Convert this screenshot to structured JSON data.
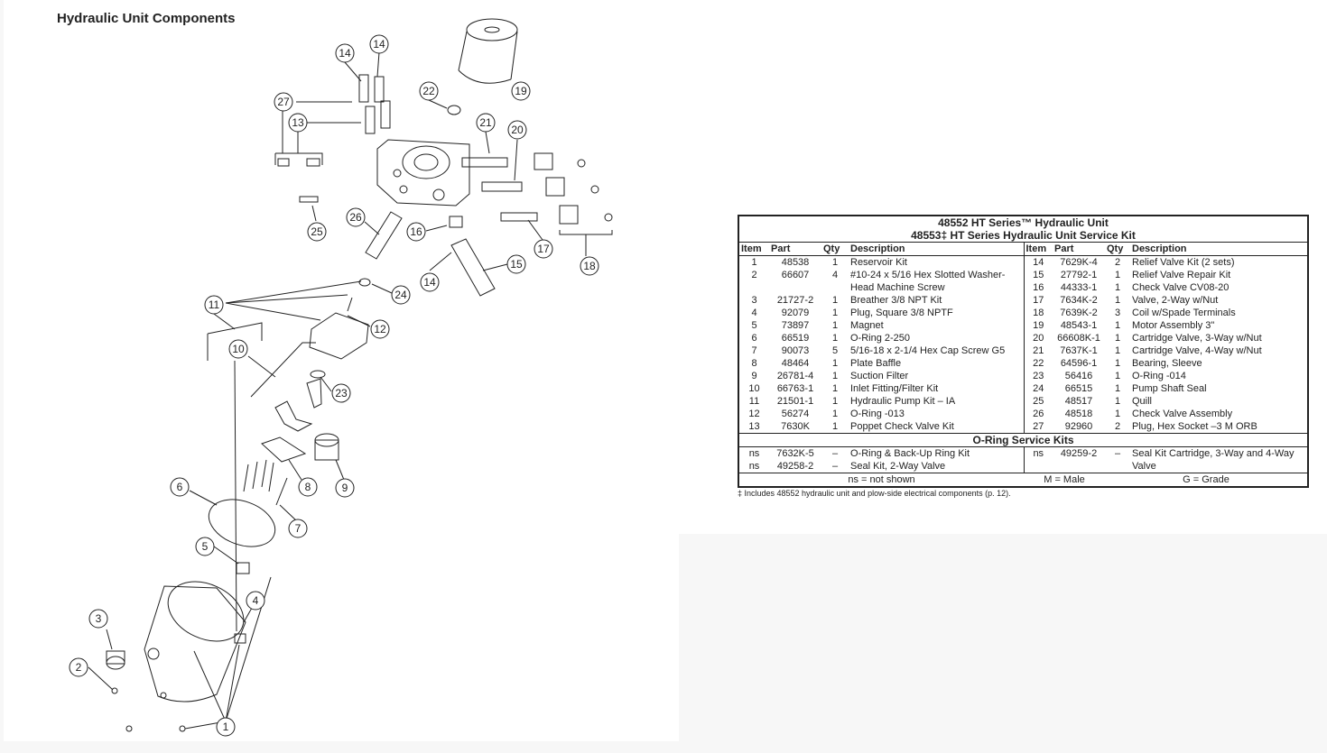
{
  "diagram": {
    "title": "Hydraulic Unit Components",
    "callouts": [
      "14",
      "14",
      "22",
      "19",
      "27",
      "13",
      "21",
      "20",
      "26",
      "16",
      "25",
      "17",
      "18",
      "15",
      "14",
      "24",
      "11",
      "12",
      "10",
      "23",
      "6",
      "8",
      "9",
      "7",
      "5",
      "4",
      "3",
      "2",
      "1"
    ]
  },
  "table": {
    "title_line1": "48552  HT Series™ Hydraulic Unit",
    "title_line2": "48553‡  HT Series Hydraulic Unit Service Kit",
    "headers": {
      "item": "Item",
      "part": "Part",
      "qty": "Qty",
      "description": "Description"
    },
    "rows": [
      {
        "l": {
          "item": "1",
          "part": "48538",
          "qty": "1",
          "desc": "Reservoir Kit"
        },
        "r": {
          "item": "14",
          "part": "7629K-4",
          "qty": "2",
          "desc": "Relief Valve Kit (2 sets)"
        }
      },
      {
        "l": {
          "item": "2",
          "part": "66607",
          "qty": "4",
          "desc": "#10-24 x 5/16 Hex Slotted Washer-Head Machine Screw"
        },
        "r": {
          "item": "15",
          "part": "27792-1",
          "qty": "1",
          "desc": "Relief Valve Repair Kit"
        },
        "r2": {
          "item": "16",
          "part": "44333-1",
          "qty": "1",
          "desc": "Check Valve CV08-20"
        }
      },
      {
        "l": {
          "item": "3",
          "part": "21727-2",
          "qty": "1",
          "desc": "Breather 3/8 NPT Kit"
        },
        "r": {
          "item": "17",
          "part": "7634K-2",
          "qty": "1",
          "desc": "Valve, 2-Way w/Nut"
        }
      },
      {
        "l": {
          "item": "4",
          "part": "92079",
          "qty": "1",
          "desc": "Plug, Square 3/8 NPTF"
        },
        "r": {
          "item": "18",
          "part": "7639K-2",
          "qty": "3",
          "desc": "Coil w/Spade Terminals"
        }
      },
      {
        "l": {
          "item": "5",
          "part": "73897",
          "qty": "1",
          "desc": "Magnet"
        },
        "r": {
          "item": "19",
          "part": "48543-1",
          "qty": "1",
          "desc": "Motor Assembly 3\""
        }
      },
      {
        "l": {
          "item": "6",
          "part": "66519",
          "qty": "1",
          "desc": "O-Ring 2-250"
        },
        "r": {
          "item": "20",
          "part": "66608K-1",
          "qty": "1",
          "desc": "Cartridge Valve, 3-Way w/Nut"
        }
      },
      {
        "l": {
          "item": "7",
          "part": "90073",
          "qty": "5",
          "desc": "5/16-18 x 2-1/4 Hex Cap Screw G5"
        },
        "r": {
          "item": "21",
          "part": "7637K-1",
          "qty": "1",
          "desc": "Cartridge Valve, 4-Way w/Nut"
        }
      },
      {
        "l": {
          "item": "8",
          "part": "48464",
          "qty": "1",
          "desc": "Plate Baffle"
        },
        "r": {
          "item": "22",
          "part": "64596-1",
          "qty": "1",
          "desc": "Bearing, Sleeve"
        }
      },
      {
        "l": {
          "item": "9",
          "part": "26781-4",
          "qty": "1",
          "desc": "Suction Filter"
        },
        "r": {
          "item": "23",
          "part": "56416",
          "qty": "1",
          "desc": "O-Ring -014"
        }
      },
      {
        "l": {
          "item": "10",
          "part": "66763-1",
          "qty": "1",
          "desc": "Inlet Fitting/Filter Kit"
        },
        "r": {
          "item": "24",
          "part": "66515",
          "qty": "1",
          "desc": "Pump Shaft Seal"
        }
      },
      {
        "l": {
          "item": "11",
          "part": "21501-1",
          "qty": "1",
          "desc": "Hydraulic Pump Kit – IA"
        },
        "r": {
          "item": "25",
          "part": "48517",
          "qty": "1",
          "desc": "Quill"
        }
      },
      {
        "l": {
          "item": "12",
          "part": "56274",
          "qty": "1",
          "desc": "O-Ring -013"
        },
        "r": {
          "item": "26",
          "part": "48518",
          "qty": "1",
          "desc": "Check Valve Assembly"
        }
      },
      {
        "l": {
          "item": "13",
          "part": "7630K",
          "qty": "1",
          "desc": "Poppet Check Valve Kit"
        },
        "r": {
          "item": "27",
          "part": "92960",
          "qty": "2",
          "desc": "Plug, Hex Socket –3 M ORB"
        }
      }
    ],
    "oring_title": "O-Ring Service Kits",
    "oring_rows": [
      {
        "item": "ns",
        "part": "7632K-5",
        "qty": "–",
        "desc": "O-Ring & Back-Up Ring Kit"
      },
      {
        "item": "ns",
        "part": "49258-2",
        "qty": "–",
        "desc": "Seal Kit, 2-Way Valve"
      }
    ],
    "oring_right": {
      "item": "ns",
      "part": "49259-2",
      "qty": "–",
      "desc": "Seal Kit Cartridge, 3-Way and 4-Way Valve"
    },
    "legend": {
      "ns": "ns = not shown",
      "m": "M = Male",
      "g": "G = Grade"
    },
    "footnote": "‡ Includes 48552 hydraulic unit and plow-side electrical components (p. 12)."
  }
}
